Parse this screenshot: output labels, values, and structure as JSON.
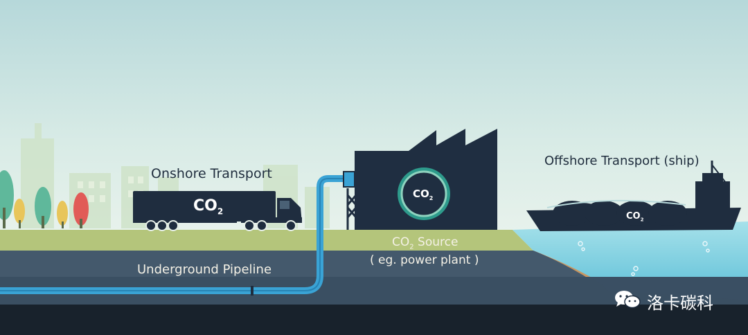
{
  "diagram": {
    "onshore_label": "Onshore Transport",
    "offshore_label": "Offshore Transport (ship)",
    "pipeline_label": "Underground Pipeline",
    "source_label_prefix": "CO",
    "source_label_sub": "2",
    "source_label_suffix": " Source",
    "source_note": "( eg. power plant )",
    "truck_co2_main": "CO",
    "truck_co2_sub": "2",
    "factory_co2_main": "CO",
    "factory_co2_sub": "2",
    "ship_co2_main": "CO",
    "ship_co2_sub": "2"
  },
  "watermark": {
    "icon": "wechat-icon",
    "text": "洛卡碳科"
  },
  "colors": {
    "sky_top": "#b9dadb",
    "sky_bottom": "#e6f1ec",
    "grass": "#b5c57a",
    "ground": "#3b5164",
    "dark_navy": "#1e2d3f",
    "pipe": "#3aa6d8",
    "sea": "#8ed6e4",
    "sand": "#c9975e",
    "co2_ring": "#2f9d8b"
  }
}
